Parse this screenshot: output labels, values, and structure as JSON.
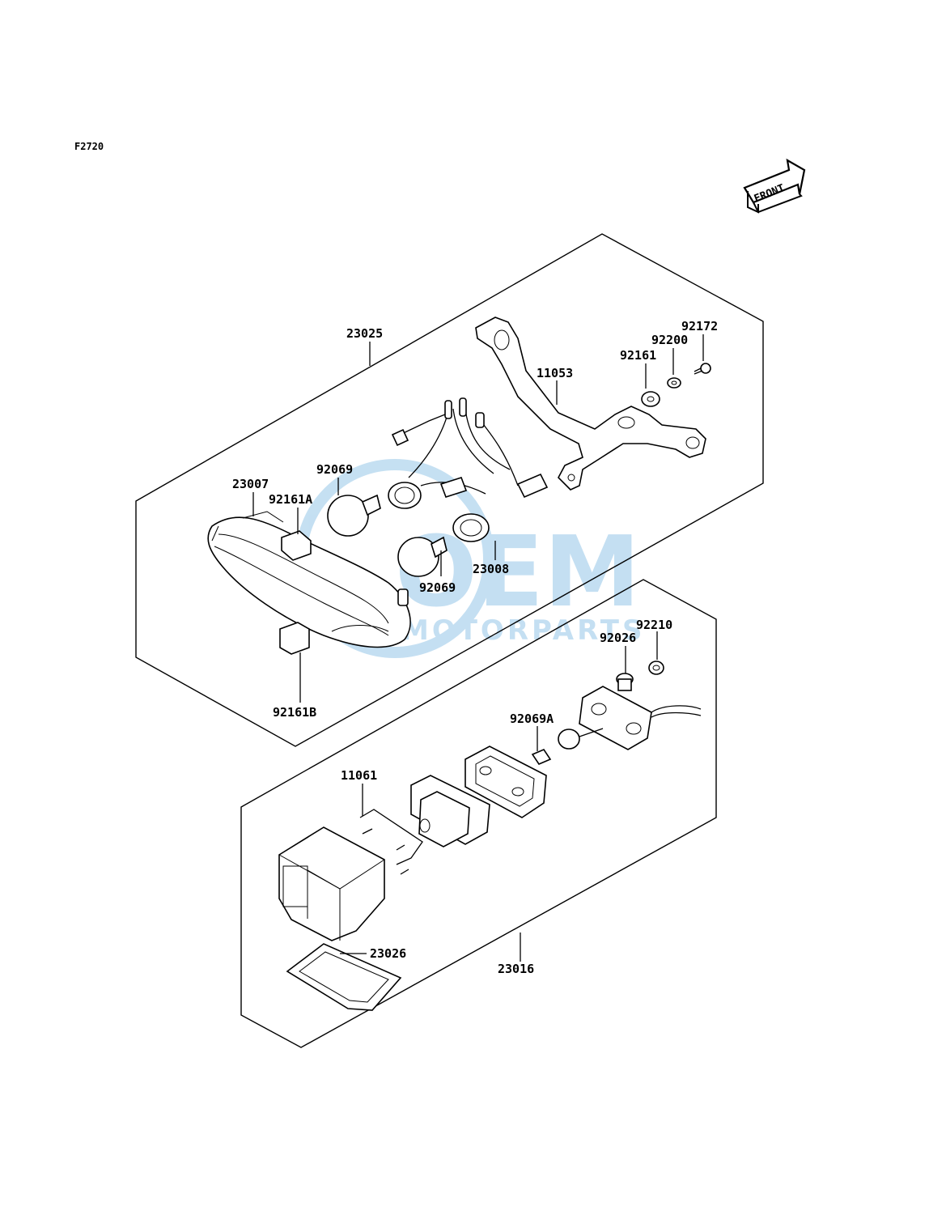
{
  "diagram_code": "F2720",
  "direction_indicator": "FRONT",
  "watermark": {
    "main": "OEM",
    "sub": "MOTORPARTS",
    "color": "#2f8fd1"
  },
  "assemblies": {
    "tail_lamp": "23025",
    "license_lamp": "23016"
  },
  "part_labels": {
    "p11053": "11053",
    "p92161": "92161",
    "p92200": "92200",
    "p92172": "92172",
    "p23007": "23007",
    "p92161A": "92161A",
    "p92069_top": "92069",
    "p92069_bottom": "92069",
    "p23008": "23008",
    "p92161B": "92161B",
    "p92210": "92210",
    "p92026": "92026",
    "p92069A": "92069A",
    "p11061": "11061",
    "p23026": "23026"
  }
}
